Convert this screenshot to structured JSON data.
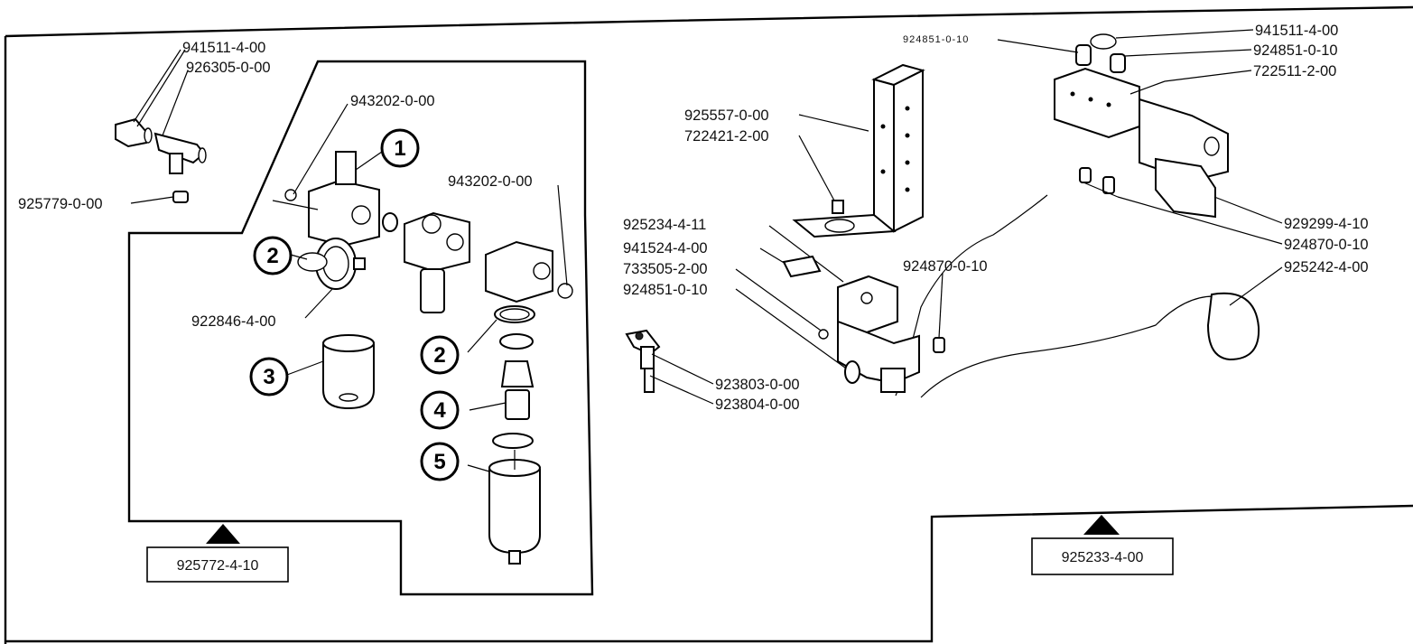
{
  "left_assembly": {
    "reference_box": "925772-4-10",
    "labels": {
      "elbow_fitting_a": "941511-4-00",
      "tee_fitting": "926305-0-00",
      "plug": "925779-0-00",
      "screw_top": "943202-0-00",
      "screw_right": "943202-0-00",
      "gauge": "922846-4-00"
    },
    "callouts": [
      "1",
      "2",
      "3",
      "2",
      "4",
      "5"
    ]
  },
  "right_assembly": {
    "reference_box": "925233-4-00",
    "labels": {
      "fitting_small": "924851-0-10",
      "elbow_top": "941511-4-00",
      "fitting_top": "924851-0-10",
      "screw_long": "722511-2-00",
      "bracket": "925557-0-00",
      "bracket_screw": "722421-2-00",
      "valve": "925234-4-11",
      "connector": "941524-4-00",
      "nut": "733505-2-00",
      "fitting_left": "924851-0-10",
      "silencer_mid": "924870-0-10",
      "solenoid_valve": "929299-4-10",
      "silencer_right": "924870-0-10",
      "plug_cable": "925242-4-00",
      "elbow_lower": "923803-0-00",
      "nipple_lower": "923804-0-00"
    }
  }
}
